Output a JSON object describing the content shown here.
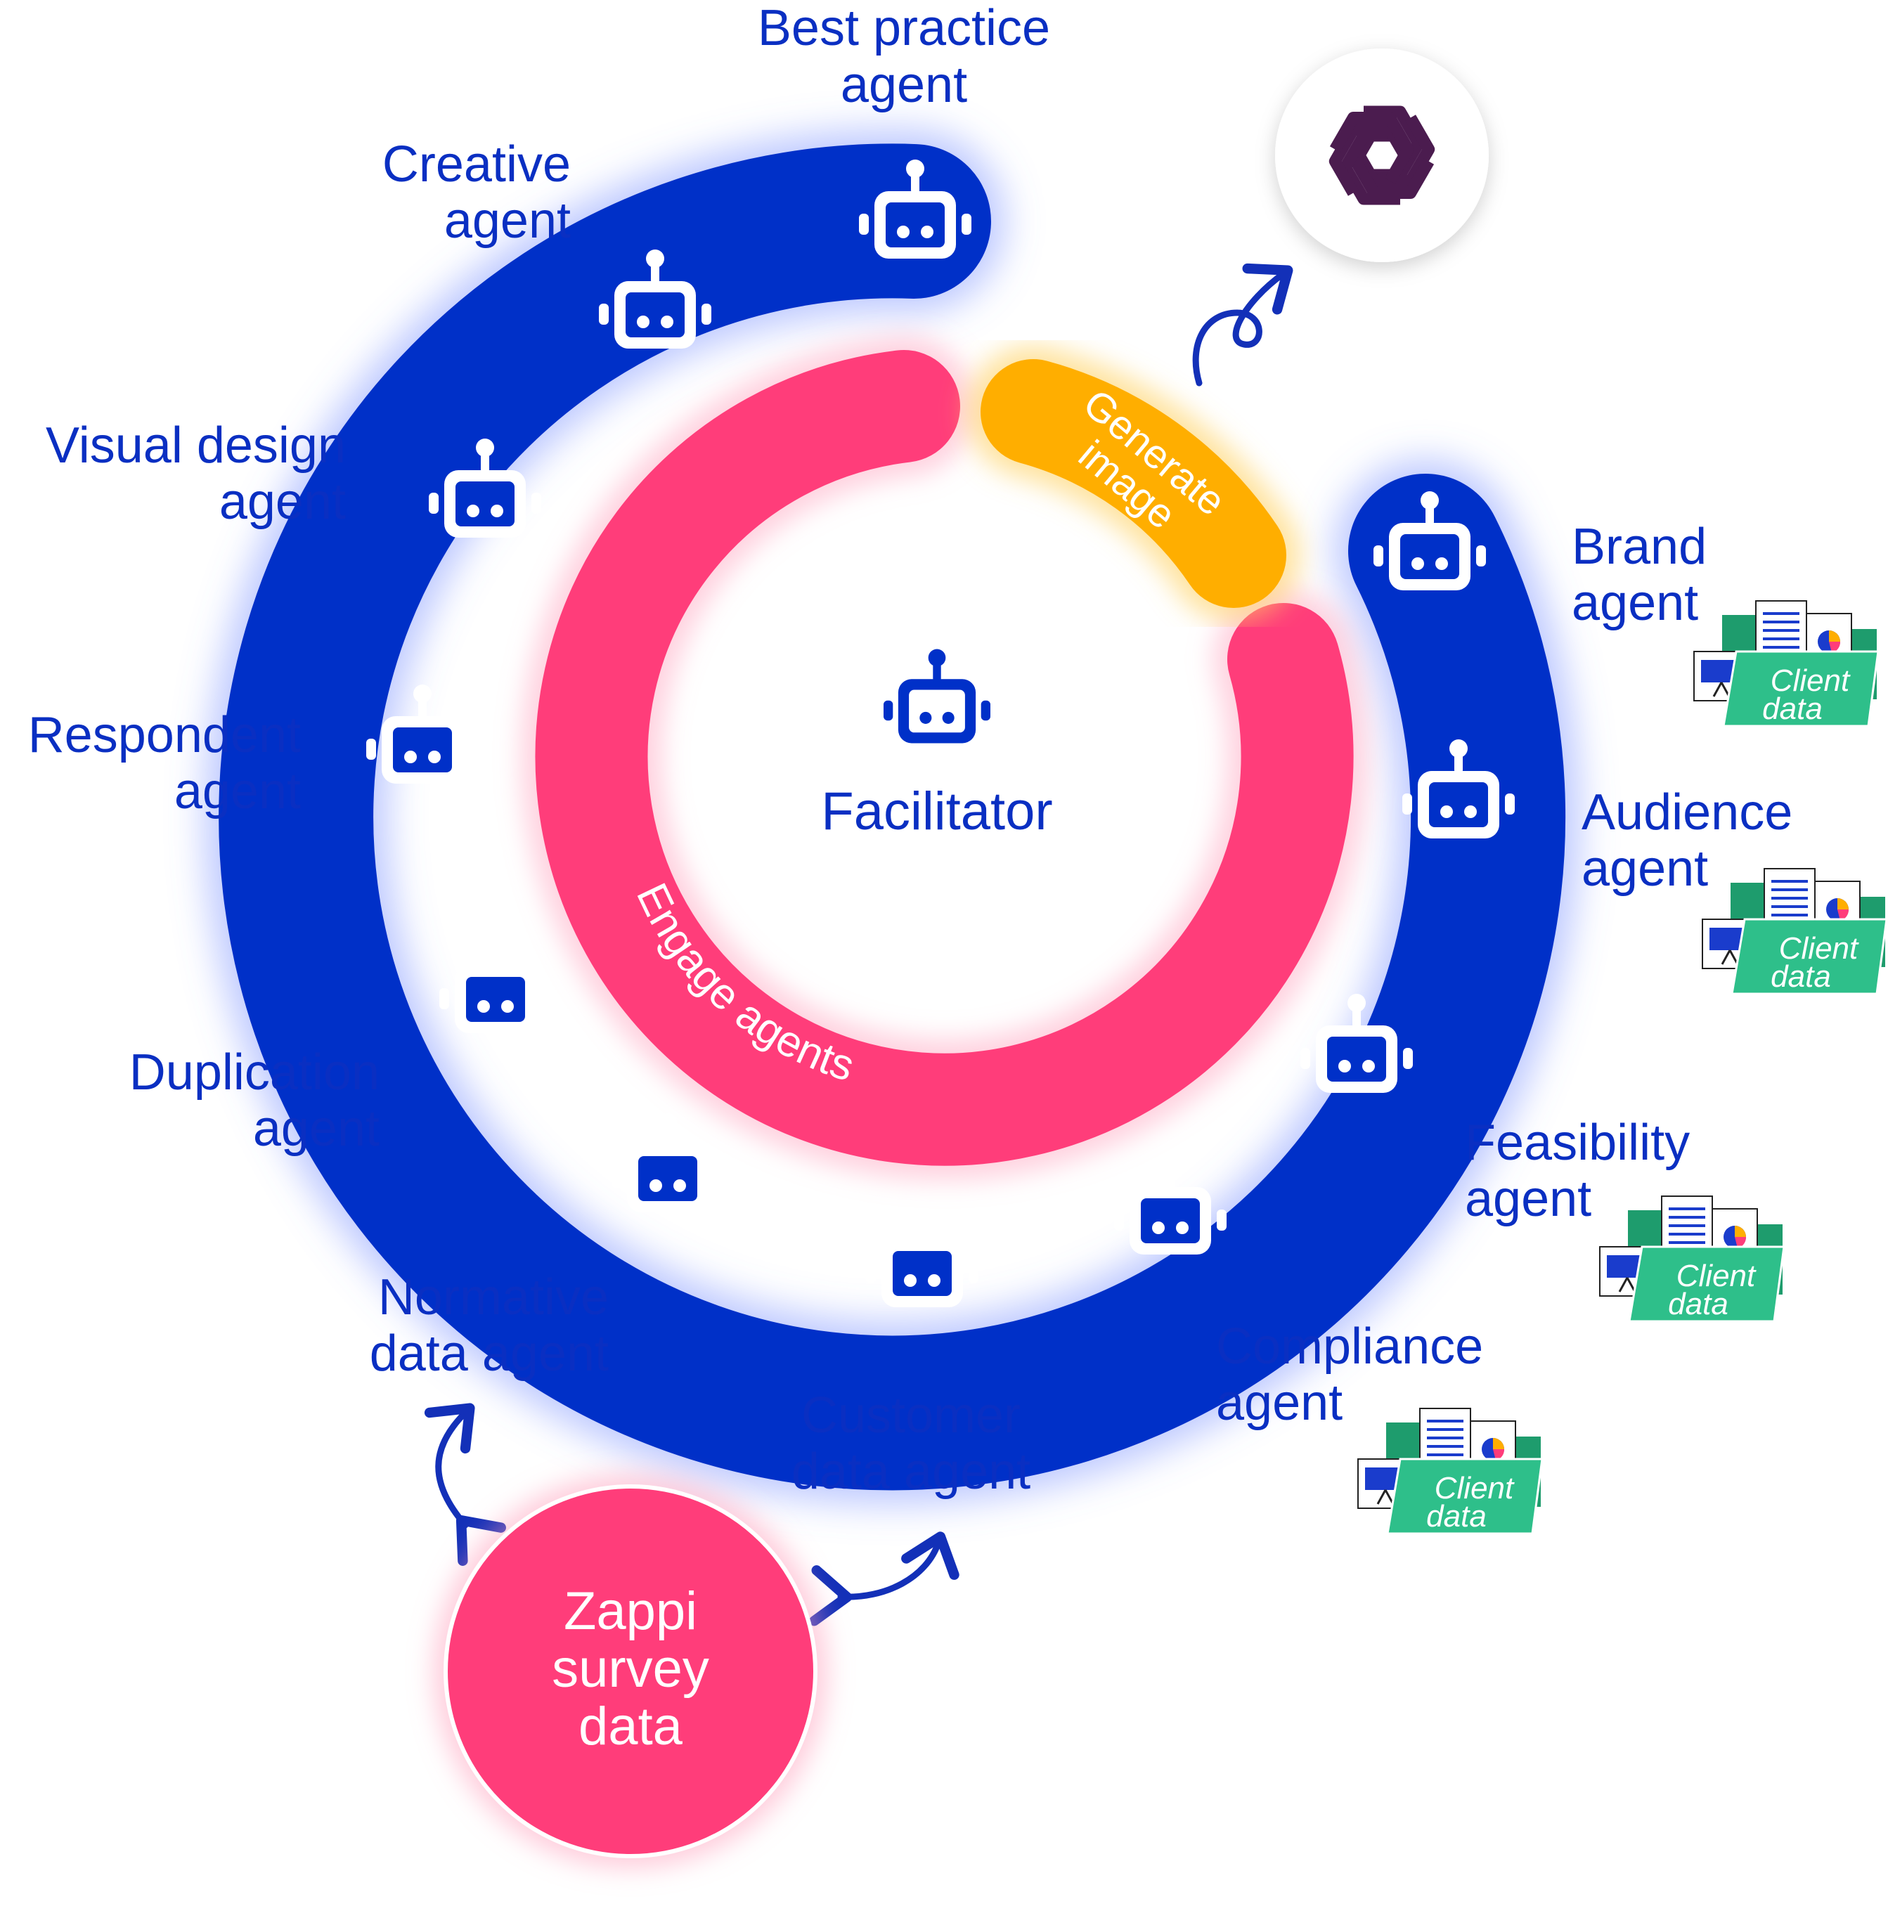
{
  "center": {
    "label": "Facilitator"
  },
  "inner_ring": {
    "label": "Engage agents"
  },
  "generate": {
    "label_line1": "Generate",
    "label_line2": "image"
  },
  "agents": [
    {
      "line1": "Best practice",
      "line2": "agent"
    },
    {
      "line1": "Creative",
      "line2": "agent"
    },
    {
      "line1": "Visual design",
      "line2": "agent"
    },
    {
      "line1": "Respondent",
      "line2": "agent"
    },
    {
      "line1": "Duplication",
      "line2": "agent"
    },
    {
      "line1": "Normative",
      "line2": "data agent"
    },
    {
      "line1": "Customer",
      "line2": "data agent"
    },
    {
      "line1": "Compliance",
      "line2": "agent"
    },
    {
      "line1": "Feasibility",
      "line2": "agent"
    },
    {
      "line1": "Audience",
      "line2": "agent"
    },
    {
      "line1": "Brand",
      "line2": "agent"
    }
  ],
  "client_data": {
    "line1": "Client",
    "line2": "data"
  },
  "zappi": {
    "line1": "Zappi",
    "line2": "survey",
    "line3": "data"
  },
  "colors": {
    "blue": "#0030c8",
    "pink": "#ff3d7a",
    "orange": "#ffae00",
    "green": "#2ebf8a",
    "purple": "#4b1c4f",
    "text_blue": "#0a2fc2"
  },
  "icons": [
    "robot-icon",
    "openai-logo",
    "client-data-icon",
    "curved-arrow-icon"
  ]
}
